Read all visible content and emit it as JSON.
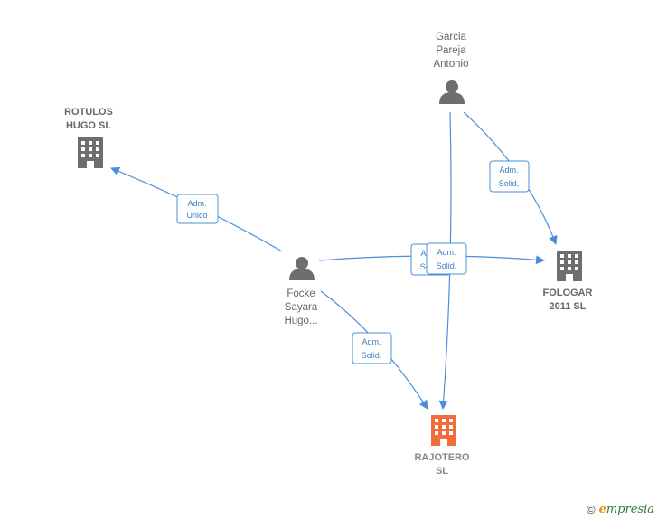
{
  "nodes": {
    "garcia": {
      "lines": [
        "Garcia",
        "Pareja",
        "Antonio"
      ],
      "kind": "person"
    },
    "focke": {
      "lines": [
        "Focke",
        "Sayara",
        "Hugo..."
      ],
      "kind": "person"
    },
    "rotulos": {
      "lines": [
        "ROTULOS",
        "HUGO SL"
      ],
      "kind": "company"
    },
    "fologar": {
      "lines": [
        "FOLOGAR",
        "2011 SL"
      ],
      "kind": "company"
    },
    "rajotero": {
      "lines": [
        "RAJOTERO",
        "SL"
      ],
      "kind": "company-main"
    }
  },
  "relations": [
    {
      "id": "focke-rotulos",
      "lines": [
        "Adm.",
        "Unico"
      ]
    },
    {
      "id": "garcia-fologar",
      "lines": [
        "Adm.",
        "Solid."
      ]
    },
    {
      "id": "focke-fologar",
      "lines": [
        "Adm.",
        "Solid."
      ]
    },
    {
      "id": "garcia-rajotero",
      "lines": [
        "Adm.",
        "Solid."
      ]
    },
    {
      "id": "focke-rajotero",
      "lines": [
        "Adm.",
        "Solid."
      ]
    }
  ],
  "colors": {
    "edge": "#4a90d9",
    "icon": "#6e6e6e",
    "main_company": "#f26b3a"
  },
  "footer": {
    "copyright": "©",
    "brand_rest": "mpresia",
    "brand_initial": "e"
  }
}
